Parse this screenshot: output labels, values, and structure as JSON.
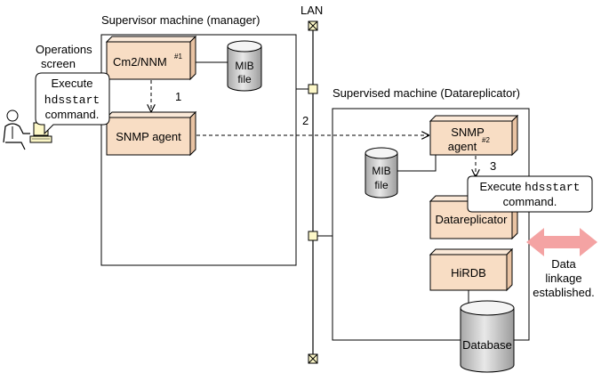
{
  "supervisor": {
    "title": "Supervisor machine (manager)",
    "cm2_label": "Cm2/NNM",
    "cm2_note": "#1",
    "mib_line1": "MIB",
    "mib_line2": "file",
    "snmp_label": "SNMP agent"
  },
  "operations": {
    "line1": "Operations",
    "line2": "screen",
    "callout_line1": "Execute",
    "callout_cmd": "hdsstart",
    "callout_line3": "command."
  },
  "lan": {
    "label": "LAN"
  },
  "supervised": {
    "title": "Supervised machine (Datareplicator)",
    "snmp_line1": "SNMP",
    "snmp_line2": "agent",
    "snmp_note": "#2",
    "mib_line1": "MIB",
    "mib_line2": "file",
    "callout_prefix": "Execute ",
    "callout_cmd": "hdsstart",
    "callout_line2": "command.",
    "datareplicator_label": "Datareplicator",
    "hirdb_label": "HiRDB",
    "database_label": "Database"
  },
  "steps": {
    "one": "1",
    "two": "2",
    "three": "3"
  },
  "linkage": {
    "line1": "Data",
    "line2": "linkage",
    "line3": "established.",
    "arrow_color": "#f4a3a3"
  }
}
